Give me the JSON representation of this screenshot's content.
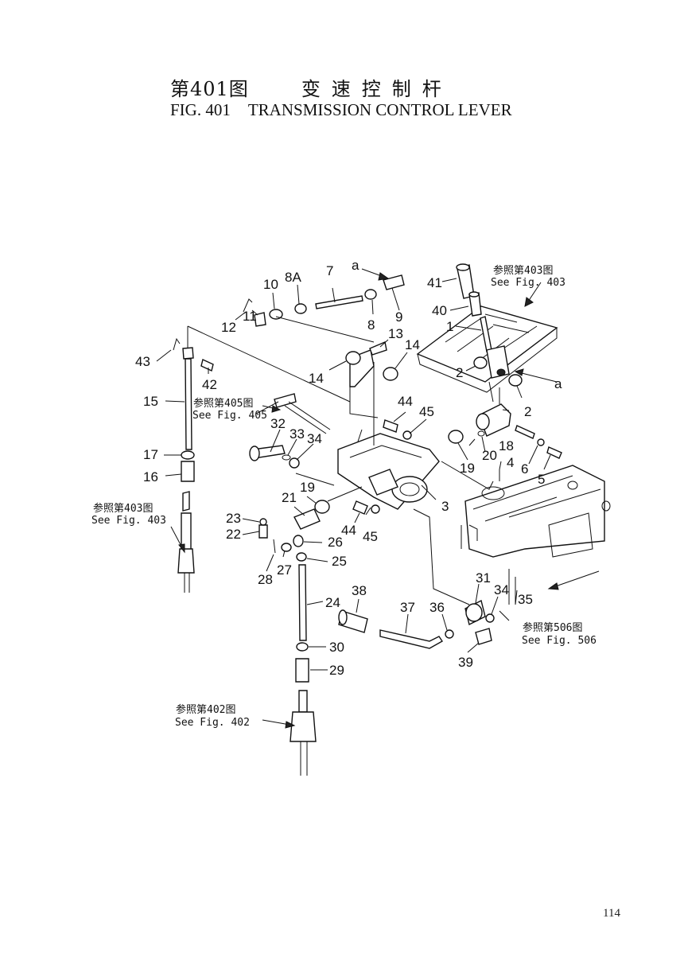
{
  "header": {
    "fig_cn": "第401图",
    "title_cn": "变速控制杆",
    "fig_en": "FIG. 401",
    "title_en": "TRANSMISSION CONTROL LEVER"
  },
  "callouts": [
    "1",
    "2",
    "2",
    "3",
    "4",
    "5",
    "6",
    "7",
    "8",
    "8A",
    "9",
    "10",
    "11",
    "12",
    "13",
    "14",
    "14",
    "15",
    "16",
    "17",
    "18",
    "19",
    "19",
    "20",
    "21",
    "22",
    "23",
    "24",
    "25",
    "26",
    "27",
    "28",
    "29",
    "30",
    "31",
    "32",
    "33",
    "34",
    "34",
    "35",
    "36",
    "37",
    "38",
    "39",
    "40",
    "41",
    "42",
    "43",
    "44",
    "44",
    "45",
    "45",
    "a",
    "a"
  ],
  "references": [
    {
      "cn": "参照第403图",
      "en": "See Fig. 403"
    },
    {
      "cn": "参照第405图",
      "en": "See Fig. 405"
    },
    {
      "cn": "参照第403图",
      "en": "See Fig. 403"
    },
    {
      "cn": "参照第506图",
      "en": "See Fig. 506"
    },
    {
      "cn": "参照第402图",
      "en": "See Fig. 402"
    }
  ],
  "page_number": "114"
}
